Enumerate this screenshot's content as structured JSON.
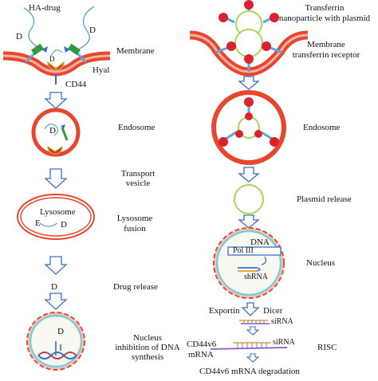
{
  "left": {
    "ha_drug": "HA-drug",
    "d": "D",
    "hyal": "Hyal",
    "cd44": "CD44",
    "membrane": "Membrane",
    "endosome": "Endosome",
    "transport_vesicle_1": "Transport",
    "transport_vesicle_2": "vesicle",
    "lysosome": "Lysosome",
    "e": "E",
    "lysosome_fusion_1": "Lysosome",
    "lysosome_fusion_2": "fusion",
    "drug_release": "Drug release",
    "nucleus_1": "Nucleus",
    "nucleus_2": "inhibition of DNA",
    "nucleus_3": "synthesis"
  },
  "right": {
    "transferrin_1": "Transferrin",
    "transferrin_2": "nanoparticle with plasmid",
    "membrane_1": "Membrane",
    "membrane_2": "transferrin receptor",
    "endosome": "Endosome",
    "plasmid_release": "Plasmid release",
    "dna": "DNA",
    "pol": "Pol III",
    "shrna": "shRNA",
    "nucleus": "Nucleus",
    "exportin": "Exportin",
    "dicer": "Dicer",
    "sirna_1": "siRNA",
    "sirna_2": "siRNA",
    "risc": "RISC",
    "cd44v6_1": "CD44v6",
    "cd44v6_2": "mRNA",
    "degradation": "CD44v6 mRNA degradation"
  },
  "colors": {
    "membrane_red": "#e8472e",
    "cell_pink": "#f7c8c2",
    "arrow_blue": "#3c6fc4",
    "receptor_green": "#2f9a3e",
    "particle_red": "#d9232f",
    "plasmid_green": "#a7d65a"
  }
}
